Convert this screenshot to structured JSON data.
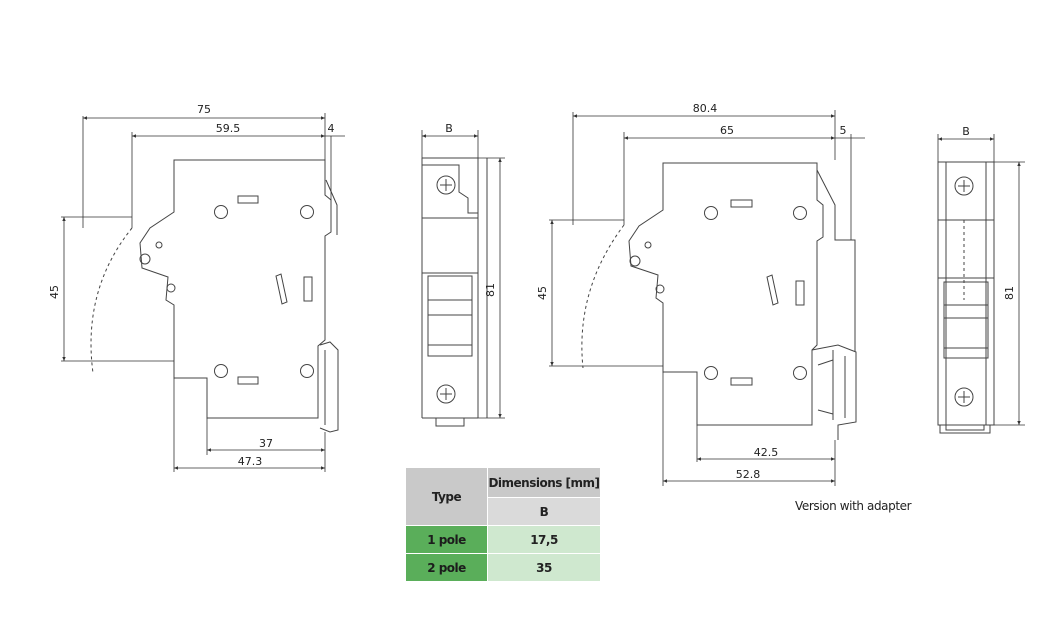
{
  "front_view": {
    "dim_width_total": "75",
    "dim_width_body": "59.5",
    "dim_tab": "4",
    "dim_height": "45",
    "dim_depth_front": "37",
    "dim_depth_total": "47.3"
  },
  "side_view": {
    "dim_width": "B",
    "dim_height": "81"
  },
  "adapter_view": {
    "dim_width_total": "80.4",
    "dim_width_body": "65",
    "dim_tab": "5",
    "dim_height": "45",
    "dim_depth_front": "42.5",
    "dim_depth_total": "52.8",
    "caption": "Version with adapter"
  },
  "adapter_side_view": {
    "dim_width": "B",
    "dim_height": "81"
  },
  "table": {
    "header_type": "Type",
    "header_dimensions": "Dimensions [mm]",
    "header_b": "B",
    "rows": [
      {
        "type": "1 pole",
        "b": "17,5"
      },
      {
        "type": "2 pole",
        "b": "35"
      }
    ],
    "colors": {
      "header": "#c9c9c9",
      "row_label": "#5aae5a",
      "row_value": "#cfe8cf"
    }
  }
}
